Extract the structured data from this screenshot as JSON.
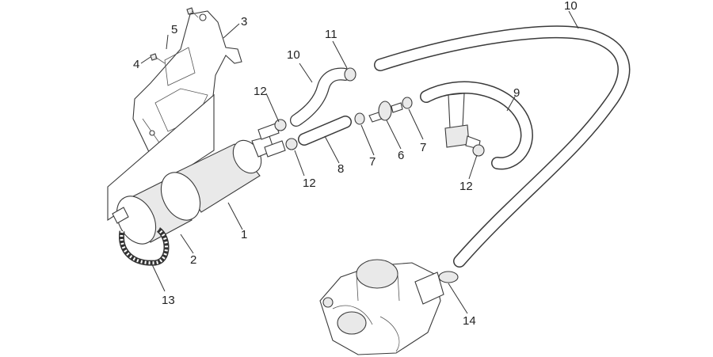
{
  "callouts": {
    "c1": "1",
    "c3": "3",
    "c4": "4",
    "c5": "5",
    "c6": "6",
    "c7a": "7",
    "c7b": "7",
    "c8": "8",
    "c9": "9",
    "c10a": "10",
    "c10b": "10",
    "c11": "11",
    "c12a": "12",
    "c12b": "12",
    "c12c": "12",
    "c2": "2",
    "c13": "13",
    "c14": "14"
  }
}
